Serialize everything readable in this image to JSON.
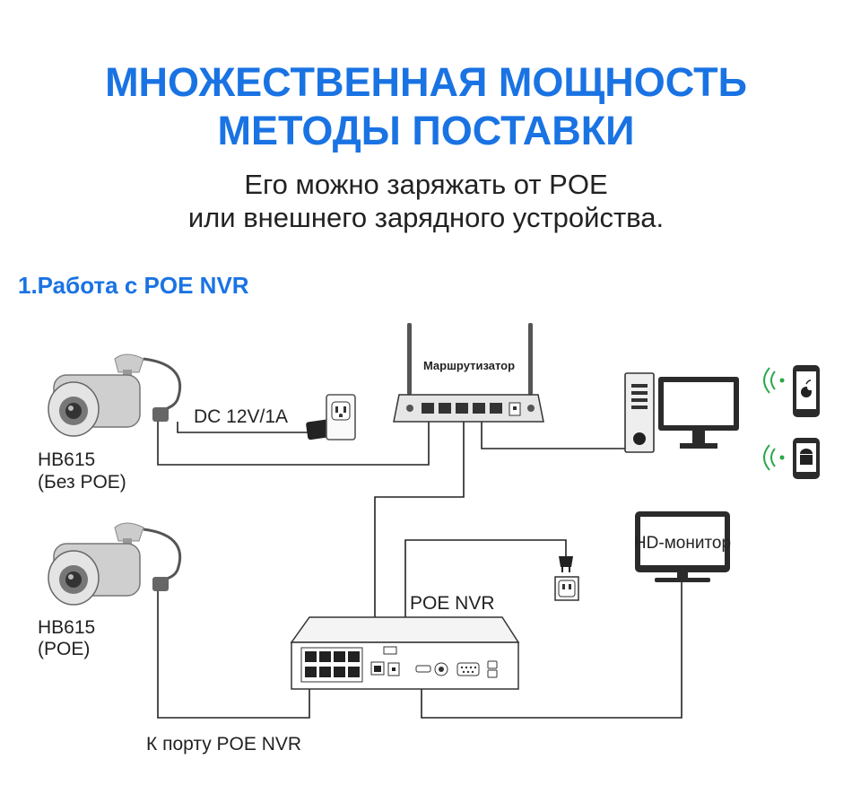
{
  "heading": {
    "line1": "МНОЖЕСТВЕННАЯ МОЩНОСТЬ",
    "line2": "МЕТОДЫ ПОСТАВКИ"
  },
  "subheading": {
    "line1": "Его можно заряжать от POE",
    "line2": "или внешнего зарядного устройства."
  },
  "section_title": "1.Работа с POE NVR",
  "labels": {
    "router": "Маршрутизатор",
    "dc_power": "DC 12V/1A",
    "camera1_model": "HB615",
    "camera1_note": "(Без POE)",
    "camera2_model": "HB615",
    "camera2_note": "(POE)",
    "nvr": "POE NVR",
    "hd_monitor": "HD-монитор",
    "nvr_port": "К порту POE NVR"
  },
  "icons": [
    "camera-icon",
    "router-icon",
    "power-adapter-icon",
    "wall-outlet-icon",
    "pc-tower-icon",
    "monitor-icon",
    "apple-phone-icon",
    "android-phone-icon",
    "wifi-signal-icon",
    "power-plug-icon",
    "nvr-icon",
    "hd-monitor-icon"
  ],
  "colors": {
    "accent": "#1a73e3",
    "line": "#222222",
    "device_dark": "#2b2b2b"
  }
}
